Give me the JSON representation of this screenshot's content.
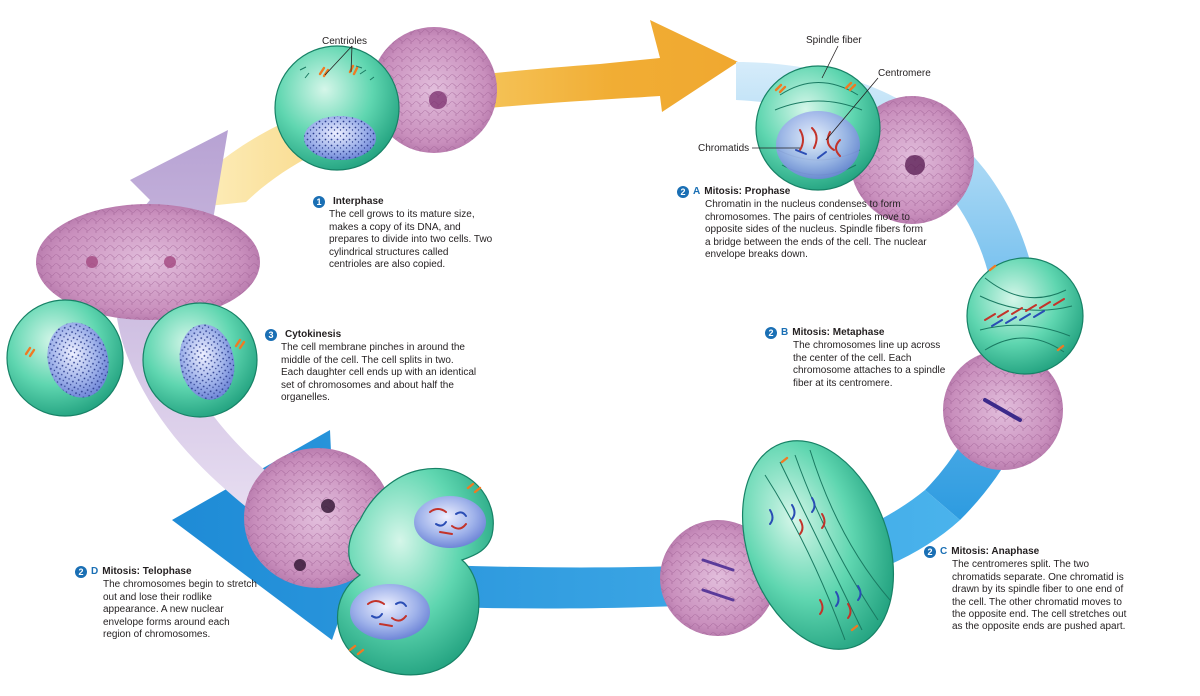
{
  "labels": {
    "centrioles": "Centrioles",
    "spindle_fiber": "Spindle fiber",
    "centromere": "Centromere",
    "chromatids": "Chromatids"
  },
  "stages": {
    "interphase": {
      "number": "1",
      "letter": "",
      "title": "Interphase",
      "description": "The cell grows to its mature size, makes a copy of its DNA, and prepares to divide into two cells. Two cylindrical structures called centrioles are also copied."
    },
    "prophase": {
      "number": "2",
      "letter": "A",
      "title": "Mitosis: Prophase",
      "description": "Chromatin in the nucleus condenses to form chromosomes. The pairs of centrioles move to opposite sides of the nucleus. Spindle fibers form a bridge between the ends of the cell. The nuclear envelope breaks down."
    },
    "metaphase": {
      "number": "2",
      "letter": "B",
      "title": "Mitosis: Metaphase",
      "description": "The chromosomes line up across the center of the cell. Each chromosome attaches to a spindle fiber at its centromere."
    },
    "anaphase": {
      "number": "2",
      "letter": "C",
      "title": "Mitosis: Anaphase",
      "description": "The centromeres split. The two chromatids separate. One chromatid is drawn by its spindle fiber to one end of the cell. The other chromatid moves to the opposite end. The cell stretches out as the opposite ends are pushed apart."
    },
    "telophase": {
      "number": "2",
      "letter": "D",
      "title": "Mitosis: Telophase",
      "description": "The chromosomes begin to stretch out and lose their rodlike appearance. A new nuclear envelope forms around each region of chromosomes."
    },
    "cytokinesis": {
      "number": "3",
      "letter": "",
      "title": "Cytokinesis",
      "description": "The cell membrane pinches in around the middle of the cell. The cell splits in two. Each daughter cell ends up with an identical set of chromosomes and about half the organelles."
    }
  },
  "colors": {
    "arrow_interphase": "#f2b23a",
    "arrow_mitosis": "#2f95d8",
    "arrow_cytokinesis": "#b7a2d3",
    "cell_body": "#3dc8a0",
    "nucleus": "#8ea3dc",
    "micrograph": "#c583b9",
    "stage_number": "#1a6fb4"
  }
}
